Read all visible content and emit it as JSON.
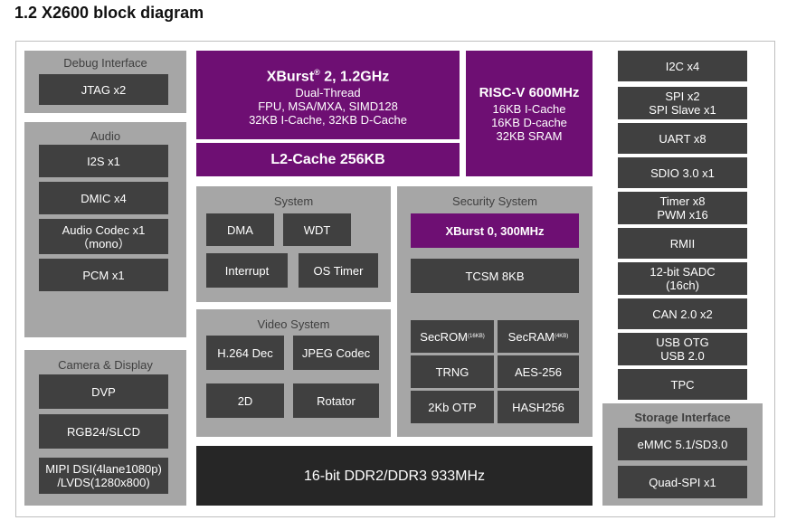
{
  "heading": "1.2 X2600 block diagram",
  "groups": {
    "debug": "Debug Interface",
    "audio": "Audio",
    "camera": "Camera & Display",
    "system": "System",
    "video": "Video System",
    "security": "Security  System",
    "storage": "Storage Interface"
  },
  "debug_blocks": [
    "JTAG x2"
  ],
  "audio_blocks": {
    "i2s": "I2S x1",
    "dmic": "DMIC x4",
    "codec_l1": "Audio Codec x1",
    "codec_l2": "（mono）",
    "pcm": "PCM x1"
  },
  "camera_blocks": {
    "dvp": "DVP",
    "rgb": "RGB24/SLCD",
    "mipi_l1": "MIPI DSI(4lane1080p)",
    "mipi_l2": "/LVDS(1280x800)"
  },
  "xburst2": {
    "title": "XBurst",
    "reg": "®",
    "title_rest": " 2, 1.2GHz",
    "line1": "Dual-Thread",
    "line2": "FPU, MSA/MXA, SIMD128",
    "line3": "32KB I-Cache, 32KB D-Cache"
  },
  "l2cache": "L2-Cache 256KB",
  "riscv": {
    "title": "RISC-V 600MHz",
    "line1": "16KB I-Cache",
    "line2": "16KB D-cache",
    "line3": "32KB SRAM"
  },
  "system_blocks": {
    "dma": "DMA",
    "wdt": "WDT",
    "interrupt": "Interrupt",
    "ostimer": "OS Timer"
  },
  "video_blocks": {
    "h264": "H.264 Dec",
    "jpeg": "JPEG Codec",
    "twod": "2D",
    "rotator": "Rotator"
  },
  "security_blocks": {
    "xburst0": "XBurst 0, 300MHz",
    "tcsm": "TCSM 8KB",
    "secrom": "SecROM",
    "secrom_sub": "(16KB)",
    "secram": "SecRAM",
    "secram_sub": "(4KB)",
    "trng": "TRNG",
    "aes": "AES-256",
    "otp": "2Kb OTP",
    "hash": "HASH256"
  },
  "ddr": "16-bit DDR2/DDR3 933MHz",
  "peripherals": {
    "i2c": "I2C x4",
    "spi_l1": "SPI x2",
    "spi_l2": "SPI Slave x1",
    "uart": "UART x8",
    "sdio": "SDIO 3.0 x1",
    "timer_l1": "Timer x8",
    "timer_l2": "PWM x16",
    "rmii": "RMII",
    "sadc_l1": "12-bit SADC",
    "sadc_l2": "(16ch)",
    "can": "CAN 2.0 x2",
    "usb_l1": "USB OTG",
    "usb_l2": "USB  2.0",
    "tpc": "TPC"
  },
  "storage_blocks": {
    "emmc": "eMMC 5.1/SD3.0",
    "qspi": "Quad-SPI x1"
  },
  "colors": {
    "group_gray": "#a6a6a6",
    "block_dark": "#404040",
    "purple": "#6e0f73",
    "ddr_black": "#262626"
  }
}
